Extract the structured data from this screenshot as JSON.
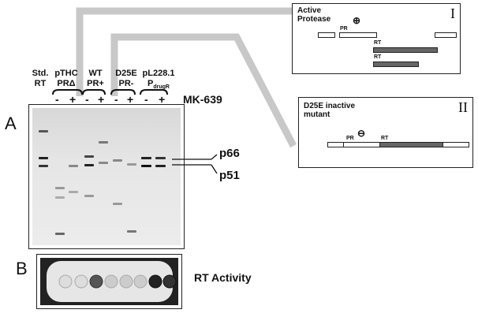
{
  "panel_a": "A",
  "panel_b": "B",
  "groups": [
    {
      "line1": "Std.",
      "line2": "RT",
      "line2_sub": ""
    },
    {
      "line1": "pTHC",
      "line2": "PRΔ",
      "line2_sub": ""
    },
    {
      "line1": "WT",
      "line2": "PR+",
      "line2_sub": ""
    },
    {
      "line1": "D25E",
      "line2": "PR-",
      "line2_sub": ""
    },
    {
      "line1": "pL228.1",
      "line2": "P",
      "line2_sub": "drugR"
    }
  ],
  "signs": [
    "-",
    "+",
    "-",
    "+",
    "-",
    "+",
    "-",
    "+"
  ],
  "treatment": "MK-639",
  "markers": {
    "p66": "p66",
    "p51": "p51"
  },
  "activity_label": "RT Activity",
  "box1": {
    "roman": "I",
    "title_line1": "Active",
    "title_line2": "Protease",
    "symbol": "⊕",
    "pr": "PR",
    "rt_a": "RT",
    "rt_b": "RT"
  },
  "box2": {
    "roman": "II",
    "title_line1": "D25E inactive",
    "title_line2": "mutant",
    "symbol": "⊖",
    "pr": "PR",
    "rt": "RT"
  }
}
